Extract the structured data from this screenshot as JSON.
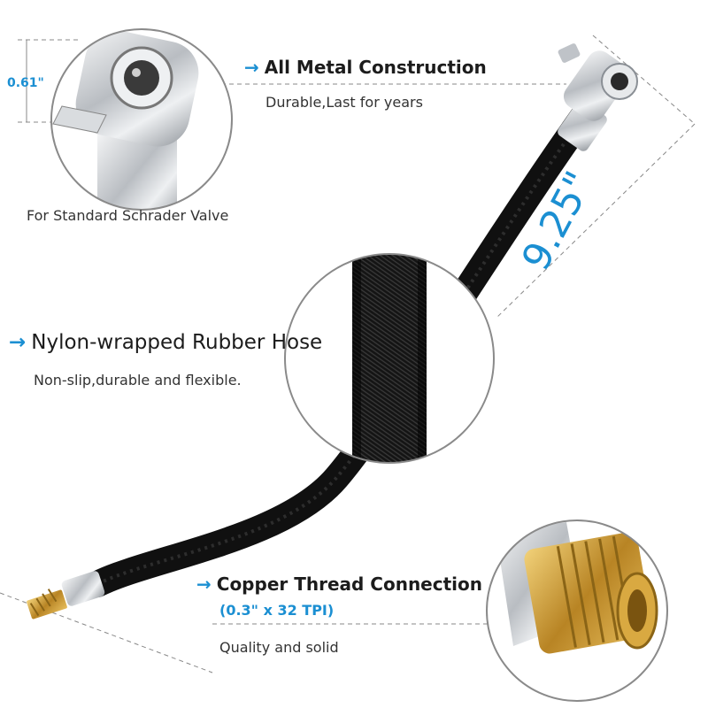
{
  "features": {
    "metal": {
      "arrow": "→",
      "title": "All Metal Construction",
      "subtitle": "Durable,Last for years"
    },
    "schrader": {
      "caption": "For Standard Schrader Valve"
    },
    "hose": {
      "arrow": "→",
      "title": "Nylon-wrapped Rubber Hose",
      "subtitle": "Non-slip,durable and flexible."
    },
    "copper": {
      "arrow": "→",
      "title": "Copper Thread Connection",
      "spec": "(0.3\" x 32 TPI)",
      "subtitle": "Quality and solid"
    }
  },
  "dimensions": {
    "chuck_diameter": "0.61\"",
    "hose_length": "9.25\""
  },
  "colors": {
    "accent": "#1b8fd2",
    "hose": "#151515",
    "chrome": "#c9ccd0",
    "brass": "#c99a3a"
  }
}
